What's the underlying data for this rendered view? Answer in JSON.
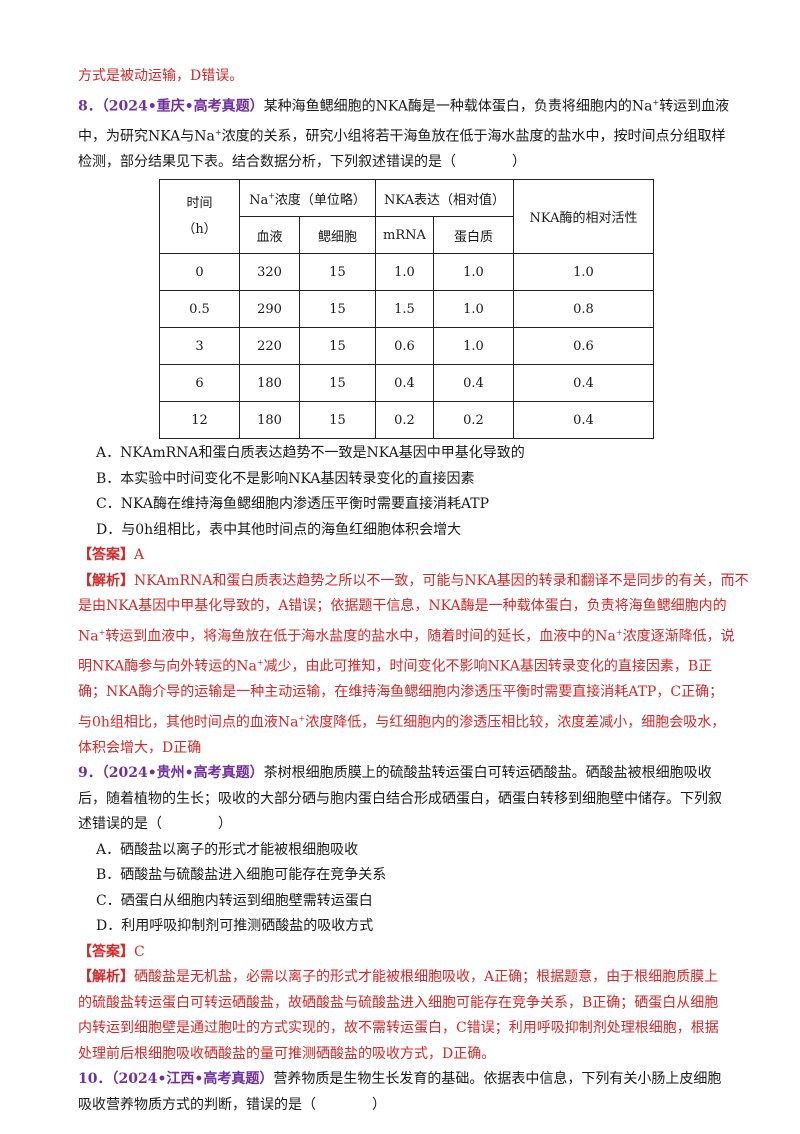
{
  "prev_tail": "方式是被动运输，D错误。",
  "q8": {
    "num": "8．",
    "source": "（2024•重庆•高考真题）",
    "stem_1a": "某种海鱼鳃细胞的NKA酶是一种载体蛋白，负责将细胞内的Na",
    "stem_1b": "转运到血液",
    "stem_2a": "中，为研究NKA与Na",
    "stem_2b": "浓度的关系，研究小组将若干海鱼放在低于海水盐度的盐水中，按时间点分组取样",
    "stem_3": "检测，部分结果见下表。结合数据分析，下列叙述错误的是（　　　　）",
    "plus": "+",
    "table": {
      "h_time_1": "时间",
      "h_time_2": "（h）",
      "h_na_a": "Na",
      "h_na_b": "浓度（单位略）",
      "h_nka": "NKA表达（相对值）",
      "h_act": "NKA酶的相对活性",
      "h_blood": "血液",
      "h_gill": "鳃细胞",
      "h_mrna": "mRNA",
      "h_protein": "蛋白质",
      "rows": [
        [
          "0",
          "320",
          "15",
          "1.0",
          "1.0",
          "1.0"
        ],
        [
          "0.5",
          "290",
          "15",
          "1.5",
          "1.0",
          "0.8"
        ],
        [
          "3",
          "220",
          "15",
          "0.6",
          "1.0",
          "0.6"
        ],
        [
          "6",
          "180",
          "15",
          "0.4",
          "0.4",
          "0.4"
        ],
        [
          "12",
          "180",
          "15",
          "0.2",
          "0.2",
          "0.4"
        ]
      ]
    },
    "opt_a": "A．NKAmRNA和蛋白质表达趋势不一致是NKA基因中甲基化导致的",
    "opt_b": "B．本实验中时间变化不是影响NKA基因转录变化的直接因素",
    "opt_c": "C．NKA酶在维持海鱼鳃细胞内渗透压平衡时需要直接消耗ATP",
    "opt_d": "D．与0h组相比，表中其他时间点的海鱼红细胞体积会增大",
    "answer_label": "【答案】",
    "answer": "A",
    "analysis_label": "【解析】",
    "an_1": "NKAmRNA和蛋白质表达趋势之所以不一致，可能与NKA基因的转录和翻译不是同步的有关，而不",
    "an_2": "是由NKA基因中甲基化导致的，A错误；依据题干信息，NKA酶是一种载体蛋白，负责将海鱼鳃细胞内的",
    "an_3a": "Na",
    "an_3b": "转运到血液中，将海鱼放在低于海水盐度的盐水中，随着时间的延长，血液中的Na",
    "an_3c": "浓度逐渐降低，说",
    "an_4a": "明NKA酶参与向外转运的Na",
    "an_4b": "减少，由此可推知，时间变化不影响NKA基因转录变化的直接因素，B正",
    "an_5": "确；NKA酶介导的运输是一种主动运输，在维持海鱼鳃细胞内渗透压平衡时需要直接消耗ATP，C正确；",
    "an_6a": "与0h组相比，其他时间点的血液Na",
    "an_6b": "浓度降低，与红细胞内的渗透压相比较，浓度差减小，细胞会吸水，",
    "an_7": "体积会增大，D正确"
  },
  "q9": {
    "num": "9．",
    "source": "（2024•贵州•高考真题）",
    "stem_1": "茶树根细胞质膜上的硫酸盐转运蛋白可转运硒酸盐。硒酸盐被根细胞吸收",
    "stem_2": "后，随着植物的生长；吸收的大部分硒与胞内蛋白结合形成硒蛋白，硒蛋白转移到细胞壁中储存。下列叙",
    "stem_3": "述错误的是（　　　　）",
    "opt_a": "A．硒酸盐以离子的形式才能被根细胞吸收",
    "opt_b": "B．硒酸盐与硫酸盐进入细胞可能存在竞争关系",
    "opt_c": "C．硒蛋白从细胞内转运到细胞壁需转运蛋白",
    "opt_d": "D．利用呼吸抑制剂可推测硒酸盐的吸收方式",
    "answer_label": "【答案】",
    "answer": "C",
    "analysis_label": "【解析】",
    "an_1": "硒酸盐是无机盐，必需以离子的形式才能被根细胞吸收，A正确；根据题意，由于根细胞质膜上",
    "an_2": "的硫酸盐转运蛋白可转运硒酸盐，故硒酸盐与硫酸盐进入细胞可能存在竞争关系，B正确；硒蛋白从细胞",
    "an_3": "内转运到细胞壁是通过胞吐的方式实现的，故不需转运蛋白，C错误；利用呼吸抑制剂处理根细胞，根据",
    "an_4": "处理前后根细胞吸收硒酸盐的量可推测硒酸盐的吸收方式，D正确。"
  },
  "q10": {
    "num": "10．",
    "source": "（2024•江西•高考真题）",
    "stem_1": "营养物质是生物生长发育的基础。依据表中信息，下列有关小肠上皮细胞",
    "stem_2": "吸收营养物质方式的判断，错误的是（　　　　）"
  }
}
